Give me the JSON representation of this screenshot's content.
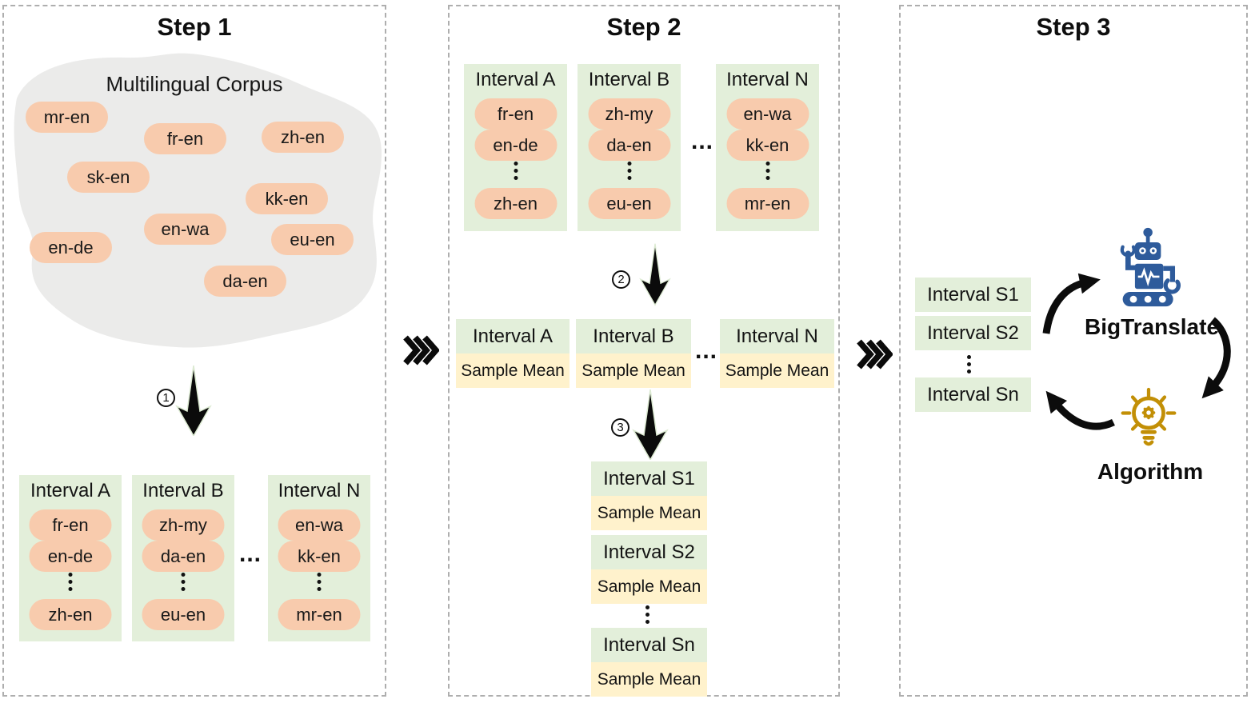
{
  "step1": {
    "title": "Step 1",
    "corpus_label": "Multilingual Corpus",
    "corpus_pairs": [
      "mr-en",
      "fr-en",
      "zh-en",
      "sk-en",
      "kk-en",
      "en-wa",
      "eu-en",
      "en-de",
      "da-en"
    ],
    "step_marker": "1",
    "boxes_ellipsis": "...",
    "intervals": [
      {
        "title": "Interval A",
        "pairs": [
          "fr-en",
          "en-de",
          "zh-en"
        ]
      },
      {
        "title": "Interval B",
        "pairs": [
          "zh-my",
          "da-en",
          "eu-en"
        ]
      },
      {
        "title": "Interval N",
        "pairs": [
          "en-wa",
          "kk-en",
          "mr-en"
        ]
      }
    ]
  },
  "step2": {
    "title": "Step 2",
    "intervals": [
      {
        "title": "Interval A",
        "pairs": [
          "fr-en",
          "en-de",
          "zh-en"
        ]
      },
      {
        "title": "Interval B",
        "pairs": [
          "zh-my",
          "da-en",
          "eu-en"
        ]
      },
      {
        "title": "Interval N",
        "pairs": [
          "en-wa",
          "kk-en",
          "mr-en"
        ]
      }
    ],
    "boxes_ellipsis": "...",
    "marker_sample": "2",
    "marker_sort": "3",
    "mean_boxes": [
      {
        "title": "Interval A",
        "value": "Sample Mean"
      },
      {
        "title": "Interval B",
        "value": "Sample Mean"
      },
      {
        "title": "Interval N",
        "value": "Sample Mean"
      }
    ],
    "mean_ellipsis": "...",
    "sorted_boxes": [
      {
        "title": "Interval S1",
        "value": "Sample Mean"
      },
      {
        "title": "Interval S2",
        "value": "Sample Mean"
      },
      {
        "title": "Interval Sn",
        "value": "Sample Mean"
      }
    ]
  },
  "step3": {
    "title": "Step 3",
    "interval_list": [
      "Interval S1",
      "Interval S2",
      "Interval Sn"
    ],
    "model_label": "BigTranslate",
    "algorithm_label": "Algorithm"
  },
  "icons": {
    "triple_chevron": "⋙",
    "down_arrow": "⬇",
    "vertical_ellipsis": "⋮",
    "robot": "robot",
    "lightbulb_gear": "lightbulb-with-gear"
  },
  "colors": {
    "pair_pill": "#F8CBAD",
    "interval_green": "#E3EFDA",
    "mean_yellow": "#FFF2CC",
    "corpus_gray": "#EBEBEA",
    "robot_blue": "#2E5B9B",
    "algorithm_gold": "#C28F06",
    "arrow_black": "#0C0C0C",
    "border_gray": "#AEAEAE"
  }
}
